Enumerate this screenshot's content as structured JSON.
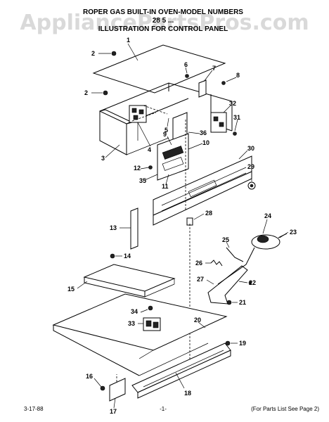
{
  "watermark": "AppliancePartsPros.com",
  "header": {
    "line1": "ROPER GAS BUILT-IN OVEN-MODEL NUMBERS",
    "line2": "28 5 ...",
    "line3": "ILLUSTRATION FOR CONTROL PANEL"
  },
  "callouts": [
    "1",
    "2",
    "2",
    "3",
    "4",
    "5",
    "6",
    "7",
    "8",
    "9",
    "10",
    "11",
    "12",
    "13",
    "14",
    "15",
    "16",
    "17",
    "18",
    "19",
    "20",
    "21",
    "22",
    "23",
    "24",
    "25",
    "26",
    "27",
    "28",
    "29",
    "30",
    "31",
    "32",
    "33",
    "34",
    "35",
    "36"
  ],
  "footer": {
    "date": "3-17-88",
    "page": "-1-",
    "note": "(For Parts List See Page 2)"
  }
}
